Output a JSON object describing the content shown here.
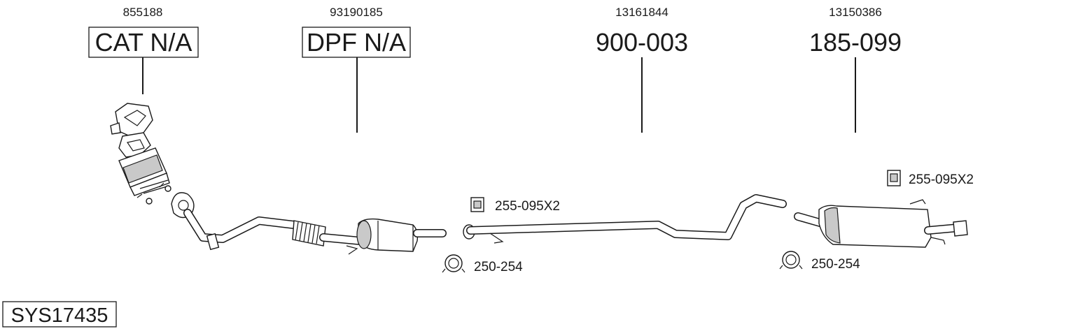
{
  "parts": [
    {
      "oem": "855188",
      "label": "CAT N/A"
    },
    {
      "oem": "93190185",
      "label": "DPF N/A"
    },
    {
      "oem": "13161844",
      "label": "900-003"
    },
    {
      "oem": "13150386",
      "label": "185-099"
    }
  ],
  "accessories": [
    {
      "code": "255-095X2",
      "type": "rubber-mount"
    },
    {
      "code": "250-254",
      "type": "clamp"
    },
    {
      "code": "255-095X2",
      "type": "rubber-mount"
    },
    {
      "code": "250-254",
      "type": "clamp"
    }
  ],
  "system_id": "SYS17435"
}
